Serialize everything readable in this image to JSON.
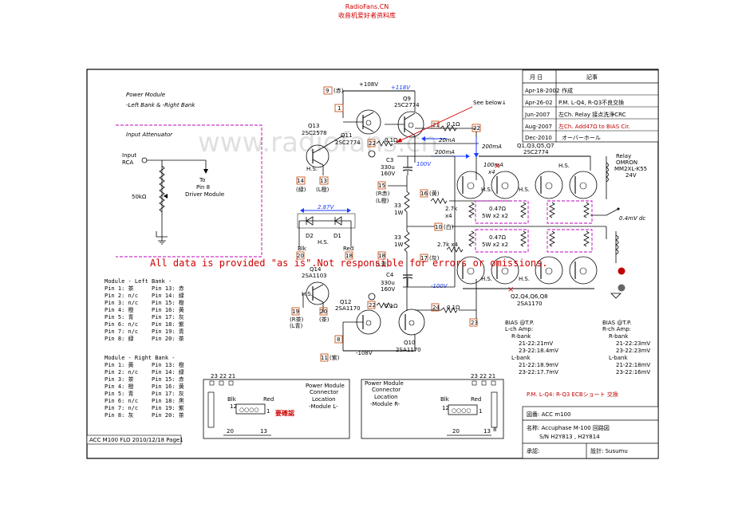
{
  "site": {
    "line1": "RadioFans.CN",
    "line2": "收音机爱好者资料库"
  },
  "watermark": "www.radiofans.cn",
  "disclaimer": "All data is provided \"as is\".Not responsible for errors or omissions.",
  "module_title": {
    "line1": "Power Module",
    "line2": "-Left Bank & -Right Bank"
  },
  "input_attenuator": {
    "title": "Input Attenuator",
    "input": "Input",
    "rca": "RCA",
    "pot": "50kΩ",
    "to1": "To",
    "to2": "Pin 8",
    "to3": "Driver Module"
  },
  "revision_table": {
    "header_date": "月 日",
    "header_note": "記事",
    "rows": [
      {
        "date": "Apr-18-2002",
        "note": "作成",
        "red": false
      },
      {
        "date": "Apr-26-02",
        "note": "P.M. L-Q4, R-Q3不良交換",
        "red": false
      },
      {
        "date": "Jun-2007",
        "note": "左Ch. Relay 接点洗浄CRC",
        "red": false
      },
      {
        "date": "Aug-2007",
        "note": "左Ch. Add47Ω to BIAS Cir.",
        "red": true
      },
      {
        "date": "Dec-2010",
        "note": "オーバーホール",
        "red": false
      }
    ]
  },
  "title_block": {
    "drawing": "図番: ACC m100",
    "name_line1": "名称: Accuphase M-100 回路図",
    "name_line2": "S/N H2Y813 , H2Y814",
    "approve": "承認:",
    "design": "設計: Susumu"
  },
  "footer_label": "ACC M100 FLO 2010/12/18 Page1",
  "exchange_note": "P.M. L-Q4: R-Q3  ECBショート 交換",
  "circuit": {
    "v_plus": "+108V",
    "v_plus_meas": "+118V",
    "v_minus": "-108V",
    "v_minus_meas": "-100V",
    "v100": "100V",
    "see_below": "See below↓",
    "q13": "Q13",
    "q13_part": "2SC2578",
    "q11": "Q11",
    "q11_part": "2SC2774",
    "q9": "Q9",
    "q9_part": "2SC2774",
    "q14": "Q14",
    "q14_part": "2SA1103",
    "q12": "Q12",
    "q12_part": "2SA1170",
    "q10": "Q10",
    "q10_part": "2SA1170",
    "out_top": "Q1,Q3,Q5,Q7",
    "out_top_part": "2SC2774",
    "out_bot": "Q2,Q4,Q6,Q8",
    "out_bot_part": "2SA1170",
    "hs": "H.S.",
    "d2": "D2",
    "d1": "D1",
    "diode_v": "2.87V",
    "blk": "Blk",
    "red": "Red",
    "c3": "C3",
    "c3_val1": "330u",
    "c3_val2": "160V",
    "c4": "C4",
    "c4_val1": "330u",
    "c4_val2": "160V",
    "r33a": "33",
    "r33a_w": "1W",
    "r33b": "33",
    "r33b_w": "1W",
    "r01": "0.1Ω",
    "r01b": "0.1Ω",
    "r01c": "0.1Ω",
    "r01d": "0.1Ω",
    "r27a": "2.7k",
    "r27a_x": "x4",
    "r27b": "2.7k x4",
    "r047a": "0.47Ω",
    "r047a_p": "5W x2 x2",
    "r047b": "0.47Ω",
    "r047b_p": "5W x2 x2",
    "ma20": "20mA",
    "ma200a": "200mA",
    "ma200b": "200mA",
    "ma100": "100mA",
    "ma100x": "x4",
    "relay1": "Relay",
    "relay2": "OMRON",
    "relay3": "MM2XL-K55",
    "relay4": "24V",
    "dc": "0.4mV dc",
    "pins": {
      "p9": "9",
      "p9c": "(赤)",
      "p1": "1",
      "p21": "21",
      "p22": "22",
      "p14": "14",
      "p14c": "(緑)",
      "p13": "13",
      "p13c": "(L橙)",
      "p15": "15",
      "p15c": "(R赤)",
      "p15c2": "(L橙)",
      "p16": "16",
      "p16c": "(黄)",
      "p10": "10",
      "p10c": "(白)",
      "p17": "17",
      "p17c": "(灰)",
      "p18": "18",
      "p18c": "(L青)",
      "p20": "20",
      "p20c": "(紫)",
      "p19": "19",
      "p19c": "(R茶)",
      "p19c2": "(L青)",
      "p8": "8",
      "p24": "24",
      "p23": "23",
      "p11": "11",
      "p11c": "(紫)",
      "p_22b": "22",
      "p_20b": "20",
      "p_20c": "(茶)"
    }
  },
  "bias": {
    "left_title": "BIAS @T.P.",
    "left_amp": "L-ch Amp:",
    "left_r": "R-bank",
    "left_r1": "21-22:21mV",
    "left_r2": "23-22:18.4mV",
    "left_l": "L-bank",
    "left_l1": "21-22:18.9mV",
    "left_l2": "23-22:17.7mV",
    "right_title": "BIAS @T.P.",
    "right_amp": "R-ch Amp:",
    "right_r": "R-bank",
    "right_r1": "21-22:23mV",
    "right_r2": "23-22:23mV",
    "right_l": "L-bank",
    "right_l1": "21-22:18mV",
    "right_l2": "23-22:16mV"
  },
  "left_bank": {
    "title": "Module - Left Bank -",
    "left": [
      "Pin 1: 茶",
      "Pin 2: n/c",
      "Pin 3: n/c",
      "Pin 4: 橙",
      "Pin 5: 青",
      "Pin 6: n/c",
      "Pin 7: n/c",
      "Pin 8: 緑"
    ],
    "right": [
      "Pin 13: 赤",
      "Pin 14: 緑",
      "Pin 15: 橙",
      "Pin 16: 黄",
      "Pin 17: 灰",
      "Pin 18: 紫",
      "Pin 19: 青",
      "Pin 20: 茶"
    ]
  },
  "right_bank": {
    "title": "Module - Right Bank -",
    "left": [
      "Pin 1: 黄",
      "Pin 2: n/c",
      "Pin 3: 茶",
      "Pin 4: 橙",
      "Pin 5: 青",
      "Pin 6: n/c",
      "Pin 7: n/c",
      "Pin 8: 灰"
    ],
    "right": [
      "Pin 13: 橙",
      "Pin 14: 緑",
      "Pin 15: 赤",
      "Pin 16: 黄",
      "Pin 17: 灰",
      "Pin 18: 黒",
      "Pin 19: 紫",
      "Pin 20: 茶"
    ]
  },
  "connector_l": {
    "nums_top": "23 22 21",
    "title1": "Power Module",
    "title2": "Connector",
    "title3": "Location",
    "title4": "-Module L-",
    "blk": "Blk",
    "red": "Red",
    "pin12": "12",
    "pin1": "1",
    "pin20": "20",
    "pin13": "13",
    "stamp": "要確認"
  },
  "connector_r": {
    "nums_top": "23 22 21",
    "title1": "Power Module",
    "title2": "Connector",
    "title3": "Location",
    "title4": "-Module R-",
    "blk": "Blk",
    "red": "Red",
    "pin12": "12",
    "pin1": "1",
    "pin8": "8",
    "pin20": "20",
    "pin13": "13"
  }
}
